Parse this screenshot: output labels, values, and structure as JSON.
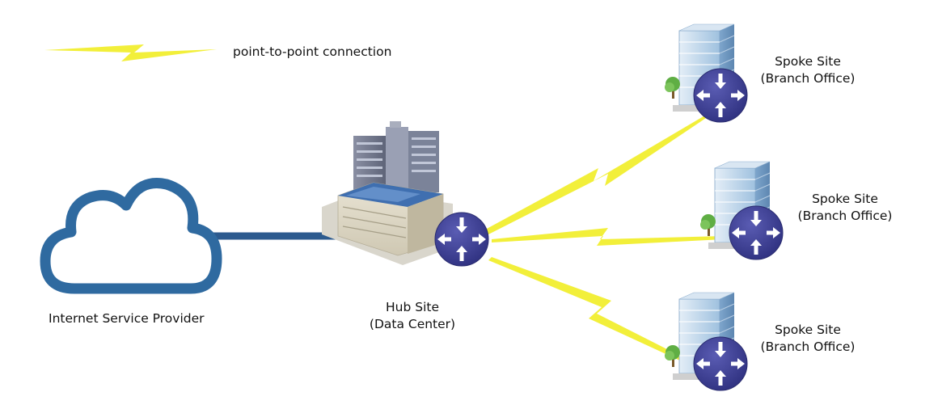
{
  "legend": {
    "label": "point-to-point connection"
  },
  "cloud": {
    "label": "Internet Service Provider"
  },
  "hub": {
    "line1": "Hub Site",
    "line2": "(Data Center)"
  },
  "spokes": [
    {
      "line1": "Spoke Site",
      "line2": "(Branch Office)"
    },
    {
      "line1": "Spoke Site",
      "line2": "(Branch Office)"
    },
    {
      "line1": "Spoke Site",
      "line2": "(Branch Office)"
    }
  ],
  "colors": {
    "link": "#f2ef3a",
    "cloud": "#2f6aa0",
    "router": "#3d3f96",
    "building": "#b9d3ea",
    "background": "#ffffff"
  },
  "icons": [
    "cloud-icon",
    "datacenter-building-icon",
    "office-building-icon",
    "router-icon",
    "lightning-link-icon"
  ]
}
